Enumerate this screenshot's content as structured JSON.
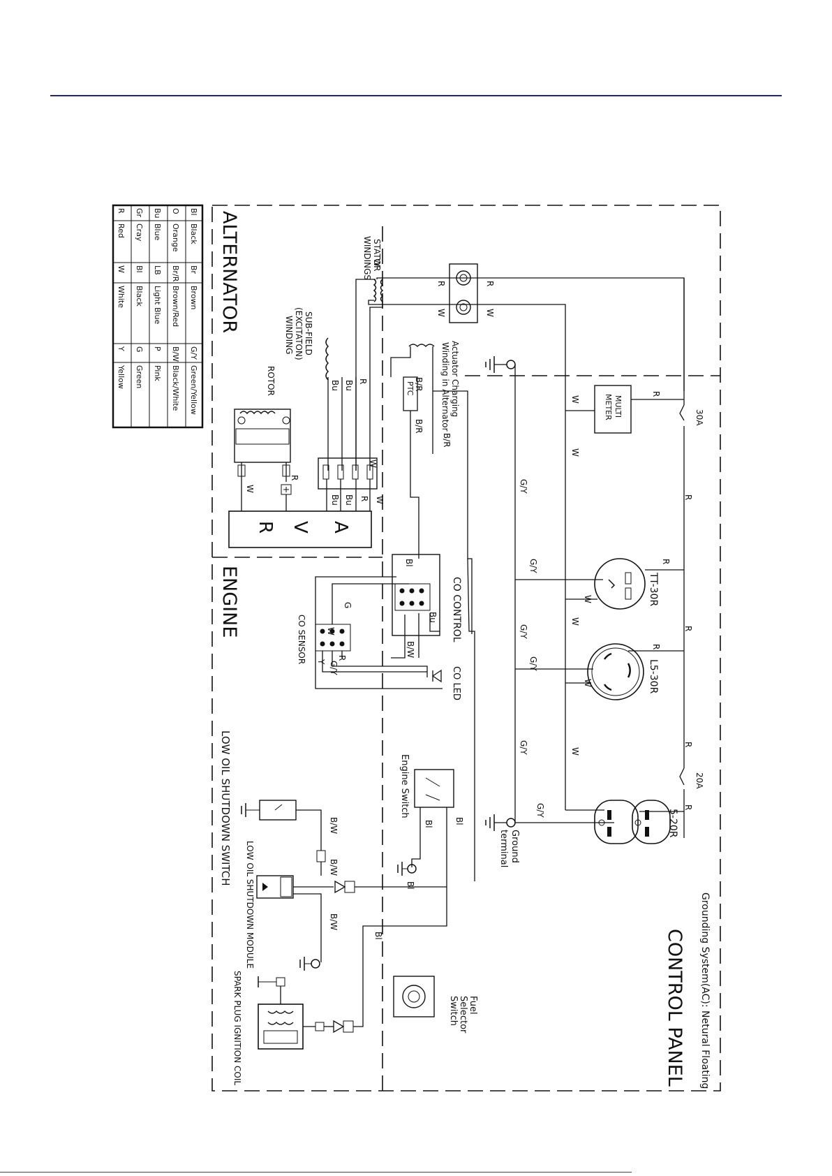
{
  "sections": {
    "alternator": "ALTERNATOR",
    "engine": "ENGINE",
    "control_panel": "CONTROL PANEL",
    "low_oil_switch": "LOW OIL SHUTDOWN SWITCH",
    "grounding": "Grounding System(AC): Netural Floating"
  },
  "legend": {
    "rows": [
      [
        {
          "code": "Bl",
          "name": "Black"
        },
        {
          "code": "Br",
          "name": "Brown"
        },
        {
          "code": "G/Y",
          "name": "Green/Yellow"
        }
      ],
      [
        {
          "code": "O",
          "name": "Orange"
        },
        {
          "code": "Br/R",
          "name": "Brown/Red"
        },
        {
          "code": "B/W",
          "name": "Black/White"
        }
      ],
      [
        {
          "code": "Bu",
          "name": "Blue"
        },
        {
          "code": "LB",
          "name": "Light Blue"
        },
        {
          "code": "P",
          "name": "Pink"
        }
      ],
      [
        {
          "code": "Gr",
          "name": "Cray"
        },
        {
          "code": "Bl",
          "name": "Black"
        },
        {
          "code": "G",
          "name": "Green"
        }
      ],
      [
        {
          "code": "R",
          "name": "Red"
        },
        {
          "code": "W",
          "name": "White"
        },
        {
          "code": "Y",
          "name": "Yellow"
        }
      ]
    ]
  },
  "components": {
    "stator": [
      "STATOR",
      "WINDINGS"
    ],
    "subfield": [
      "SUB-FIELD",
      "(EXCITATON)",
      "WINDING"
    ],
    "rotor": "ROTOR",
    "actuator": [
      "Actuator Charging",
      "Winding in Alternator"
    ],
    "ptc": "PTC",
    "avr": [
      "A",
      "V",
      "R"
    ],
    "multimeter": [
      "MULTI",
      "METER"
    ],
    "breaker_30a": "30A",
    "breaker_20a": "20A",
    "tt30r": "TT-30R",
    "l530r": "L5-30R",
    "r520": "5-20R",
    "ground_terminal": [
      "Ground",
      "terminal"
    ],
    "engine_switch": "Engine Switch",
    "fuel_selector": [
      "Fuel",
      "Selector",
      "Switch"
    ],
    "co_control": "CO CONTROL",
    "co_sensor": "CO SENSOR",
    "co_led": "CO LED",
    "low_oil_module": "LOW OIL SHUTDOWN MODULE",
    "spark_coil": "SPARK PLUG IGNITION COIL"
  },
  "wire_labels": {
    "r": "R",
    "w": "W",
    "bu": "Bu",
    "br": "B/R",
    "gy": "G/Y",
    "bw": "B/W",
    "bl": "Bl",
    "g": "G",
    "y": "Y"
  }
}
